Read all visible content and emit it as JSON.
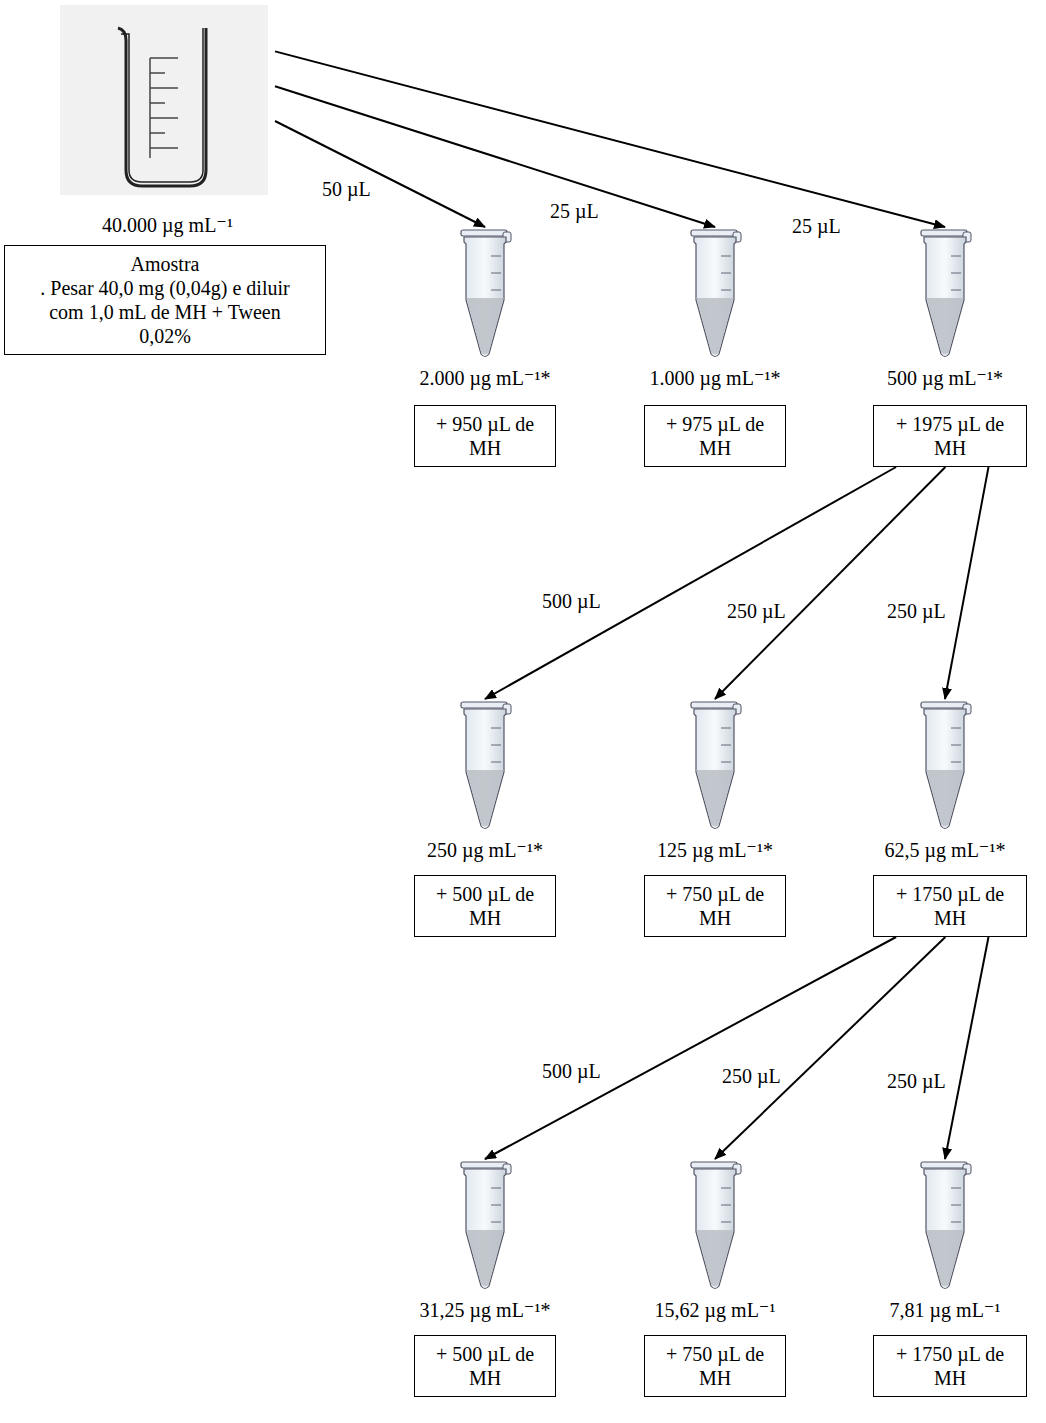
{
  "diagram": {
    "nodes": [
      {
        "text": [
          "40.000 µg mL⁻¹"
        ]
      },
      {
        "text": [
          "Amostra",
          ". Pesar 40,0 mg (0,04g) e diluir com 1,0 mL de MH + Tween 0,02%"
        ]
      },
      {
        "text": [
          "2.000 µg mL⁻¹*"
        ]
      },
      {
        "text": [
          "+ 950 µL de MH"
        ]
      },
      {
        "text": [
          "1.000 µg mL⁻¹*"
        ]
      },
      {
        "text": [
          "+ 975 µL de MH"
        ]
      },
      {
        "text": [
          "500 µg mL⁻¹*"
        ]
      },
      {
        "text": [
          "+ 1975 µL de MH"
        ]
      },
      {
        "text": [
          "250 µg mL⁻¹*"
        ]
      },
      {
        "text": [
          "+ 500 µL de MH"
        ]
      },
      {
        "text": [
          "125 µg mL⁻¹*"
        ]
      },
      {
        "text": [
          "+ 750 µL de MH"
        ]
      },
      {
        "text": [
          "62,5 µg mL⁻¹*"
        ]
      },
      {
        "text": [
          "+ 1750 µL de MH"
        ]
      },
      {
        "text": [
          "31,25 µg mL⁻¹*"
        ]
      },
      {
        "text": [
          "+ 500 µL de MH"
        ]
      },
      {
        "text": [
          "15,62 µg mL⁻¹"
        ]
      },
      {
        "text": [
          "+ 750 µL de MH"
        ]
      },
      {
        "text": [
          "7,81 µg mL⁻¹"
        ]
      },
      {
        "text": [
          "+ 1750 µL de MH"
        ]
      }
    ],
    "edges": [
      {
        "from": 0,
        "to": 2,
        "label": "50 µL",
        "arrow": "to"
      },
      {
        "from": 0,
        "to": 4,
        "label": "25 µL",
        "arrow": "to"
      },
      {
        "from": 0,
        "to": 6,
        "label": "25 µL",
        "arrow": "to"
      },
      {
        "from": 7,
        "to": 8,
        "label": "500 µL",
        "arrow": "to"
      },
      {
        "from": 7,
        "to": 10,
        "label": "250 µL",
        "arrow": "to"
      },
      {
        "from": 7,
        "to": 12,
        "label": "250 µL",
        "arrow": "to"
      },
      {
        "from": 13,
        "to": 14,
        "label": "500 µL",
        "arrow": "to"
      },
      {
        "from": 13,
        "to": 16,
        "label": "250 µL",
        "arrow": "to"
      },
      {
        "from": 13,
        "to": 18,
        "label": "250 µL",
        "arrow": "to"
      }
    ]
  }
}
